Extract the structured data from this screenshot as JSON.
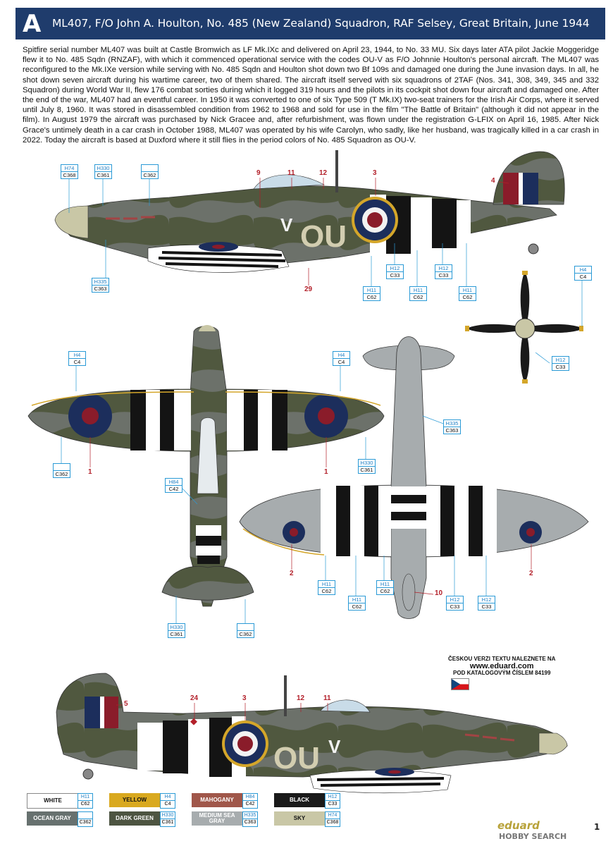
{
  "header": {
    "letter": "A",
    "title": "ML407, F/O John A. Houlton, No. 485 (New Zealand) Squadron, RAF Selsey, Great Britain, June 1944"
  },
  "description": "Spitfire serial number ML407 was built at Castle Bromwich as LF Mk.IXc and delivered on April 23, 1944, to No. 33 MU. Six days later ATA pilot Jackie Moggeridge flew it to No. 485 Sqdn (RNZAF), with which it commenced operational service with the codes OU-V as F/O Johnnie Houlton's personal aircraft. The ML407 was reconfigured to the Mk.IXe version while serving with No. 485 Sqdn and Houlton shot down two Bf 109s and damaged one during the June invasion days. In all, he shot down seven aircraft during his wartime career, two of them shared. The aircraft itself served with six squadrons of 2TAF (Nos. 341, 308, 349, 345 and 332 Squadron) during World War II, flew 176 combat sorties during which it logged 319 hours and the pilots in its cockpit shot down four aircraft and damaged one. After the end of the war, ML407 had an eventful career. In 1950 it was converted to one of six Type 509 (T Mk.IX) two-seat trainers for the Irish Air Corps, where it served until July 8, 1960. It was stored in disassembled condition from 1962 to 1968 and sold for use in the film \"The Battle of Britain\" (although it did not appear in the film). In August 1979 the aircraft was purchased by Nick Gracee and, after refurbishment, was flown under the registration G-LFIX on April 16, 1985. After Nick Grace's untimely death in a car crash in October 1988, ML407 was operated by his wife Carolyn, who sadly, like her husband, was tragically killed in a car crash in 2022. Today the aircraft is based at Duxford where it still flies in the period colors of No. 485 Squadron as OU-V.",
  "codes": {
    "h74_c368": {
      "h": "H74",
      "c": "C368"
    },
    "h330_c361": {
      "h": "H330",
      "c": "C361"
    },
    "c362": {
      "h": "",
      "c": "C362"
    },
    "h335_c363": {
      "h": "H335",
      "c": "C363"
    },
    "h12_c33": {
      "h": "H12",
      "c": "C33"
    },
    "h11_c62": {
      "h": "H11",
      "c": "C62"
    },
    "h4_c4": {
      "h": "H4",
      "c": "C4"
    },
    "h84_c42": {
      "h": "H84",
      "c": "C42"
    }
  },
  "marking_numbers": {
    "n1": "1",
    "n2": "2",
    "n3": "3",
    "n4": "4",
    "n5": "5",
    "n9": "9",
    "n10": "10",
    "n11": "11",
    "n12": "12",
    "n24": "24",
    "n29": "29"
  },
  "fuselage_codes": {
    "unit": "OU",
    "individual": "V"
  },
  "czech_note": {
    "line1": "ČESKOU VERZI TEXTU NALEZNETE NA",
    "url": "www.eduard.com",
    "line2": "POD KATALOGOVÝM ČÍSLEM 84199"
  },
  "legend": [
    {
      "name": "WHITE",
      "h": "H11",
      "c": "C62",
      "bg": "#ffffff",
      "fg": "#111111"
    },
    {
      "name": "YELLOW",
      "h": "H4",
      "c": "C4",
      "bg": "#d9a91f",
      "fg": "#111111"
    },
    {
      "name": "MAHOGANY",
      "h": "H84",
      "c": "C42",
      "bg": "#a0574a",
      "fg": "#ffffff"
    },
    {
      "name": "BLACK",
      "h": "H12",
      "c": "C33",
      "bg": "#1a1a1a",
      "fg": "#ffffff"
    },
    {
      "name": "OCEAN GRAY",
      "h": "",
      "c": "C362",
      "bg": "#67716f",
      "fg": "#ffffff"
    },
    {
      "name": "DARK GREEN",
      "h": "H330",
      "c": "C361",
      "bg": "#4d5441",
      "fg": "#ffffff"
    },
    {
      "name": "MEDIUM SEA GRAY",
      "h": "H335",
      "c": "C363",
      "bg": "#a7acae",
      "fg": "#ffffff"
    },
    {
      "name": "SKY",
      "h": "H74",
      "c": "C368",
      "bg": "#c9c7a6",
      "fg": "#111111"
    }
  ],
  "footer": {
    "brand": "eduard",
    "watermark": "HOBBY SEARCH",
    "page": "1"
  },
  "colors": {
    "header": "#1f3c6c",
    "code_border": "#2a9ad6",
    "number_red": "#b3202a"
  }
}
